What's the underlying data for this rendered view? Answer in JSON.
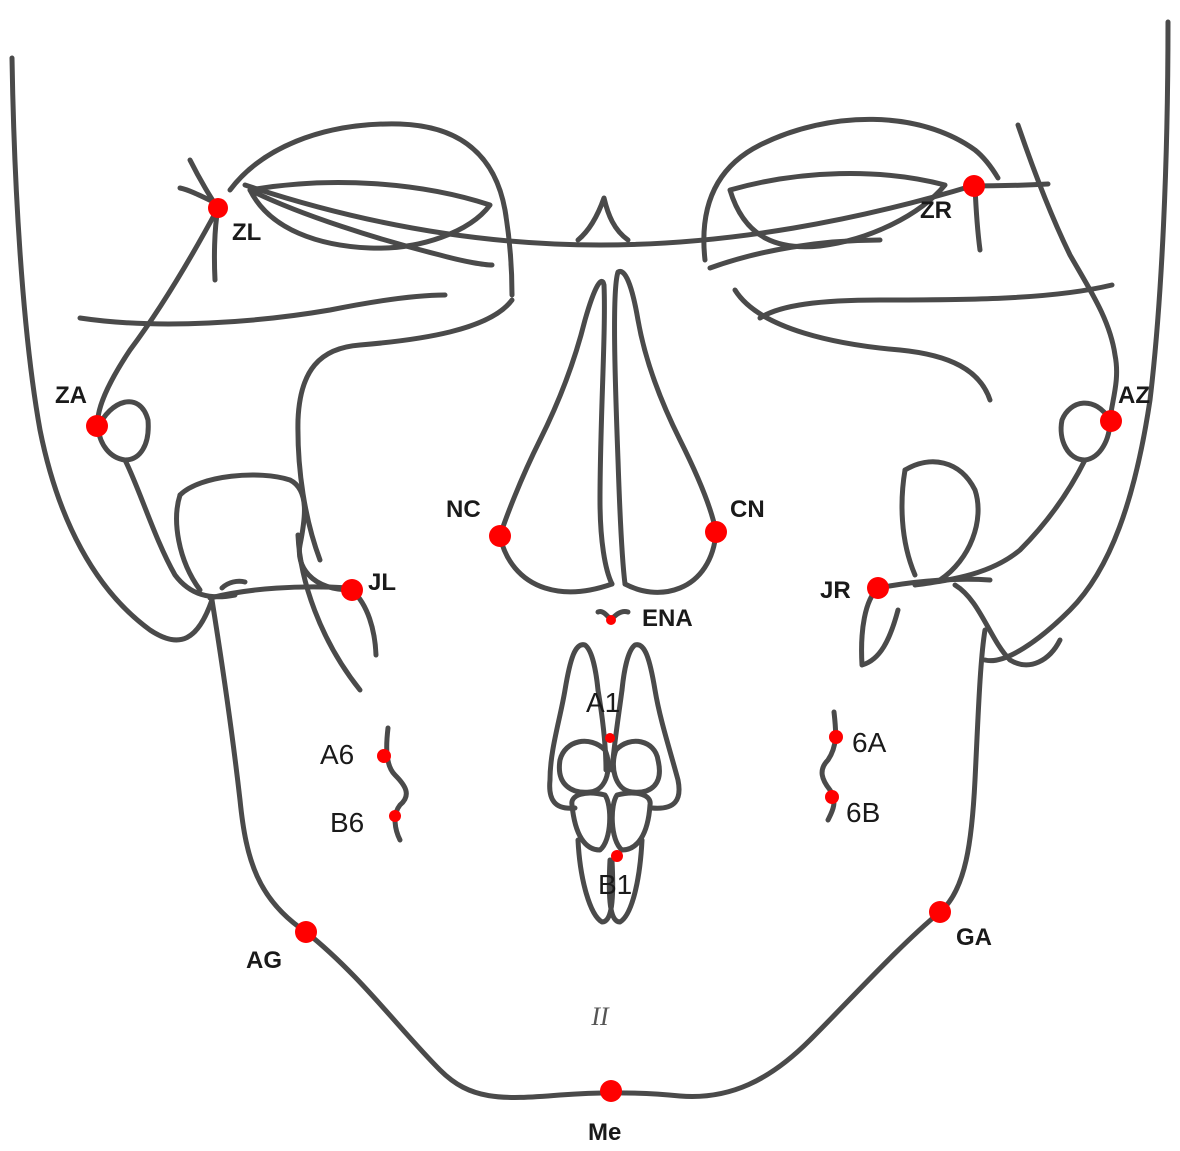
{
  "colors": {
    "line": "#4a4a4a",
    "landmark": "#ff0000",
    "label": "#1a1a1a",
    "background": "#ffffff"
  },
  "landmarks": {
    "zl": "ZL",
    "zr": "ZR",
    "za": "ZA",
    "az": "AZ",
    "nc": "NC",
    "cn": "CN",
    "jl": "JL",
    "jr": "JR",
    "ena": "ENA",
    "a1": "A1",
    "b1": "B1",
    "a6": "A6",
    "b6": "B6",
    "6a": "6A",
    "6b": "6B",
    "ag": "AG",
    "ga": "GA",
    "me": "Me"
  },
  "figure_marking": "II"
}
